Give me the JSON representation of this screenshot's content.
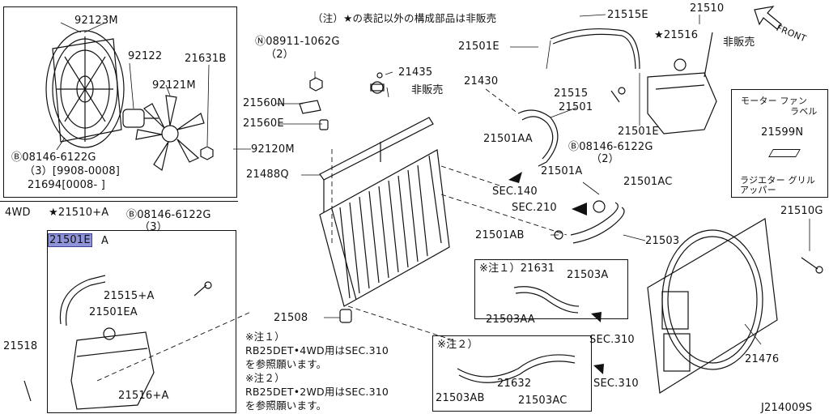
{
  "labels": {
    "n92123m": "92123M",
    "n92122": "92122",
    "n21631b": "21631B",
    "n92121m": "92121M",
    "b08146_a": "Ⓑ08146-6122G",
    "qty_a": "（3）[9908-0008]",
    "n21694": "21694[0008-    ]",
    "n92120m": "92120M",
    "notice": "（注）★の表記以外の構成部品は非販売",
    "n08911": "Ⓝ08911-1062G",
    "qty_n": "（2）",
    "n21435": "21435",
    "n21430": "21430",
    "hihanbai_1": "非販売",
    "n21560n": "21560N",
    "n21560e": "21560E",
    "n21488q": "21488Q",
    "n21515e": "21515E",
    "n21510": "21510",
    "n21501e_t": "21501E",
    "star_21516": "★21516",
    "hihanbai_2": "非販売",
    "front": "FRONT",
    "n21515": "21515",
    "n21501": "21501",
    "n21501e_r": "21501E",
    "n21501aa": "21501AA",
    "b08146_b": "Ⓑ08146-6122G",
    "qty_b": "（2）",
    "n21501a": "21501A",
    "sec140": "SEC.140",
    "sec210": "SEC.210",
    "n21501ac": "21501AC",
    "n21501ab": "21501AB",
    "n21503": "21503",
    "motor_label_1": "モーター ファン",
    "motor_label_2": "ラベル",
    "n21599n": "21599N",
    "grille_label_1": "ラジエター グリル",
    "grille_label_2": "アッパー",
    "n21510g": "21510G",
    "note1_ref": "※注１）21631",
    "n21503a": "21503A",
    "n21503aa": "21503AA",
    "sec310_a": "SEC.310",
    "n21508": "21508",
    "note1_head": "※注１）",
    "note1_l1": "RB25DET•4WD用はSEC.310",
    "note1_l2": "を参照願います。",
    "note2_head": "※注２）",
    "note2_l1": "RB25DET•2WD用はSEC.310",
    "note2_l2": "を参照願います。",
    "note2_ref": "※注２）",
    "n21632": "21632",
    "n21503ab": "21503AB",
    "n21503ac": "21503AC",
    "sec310_b": "SEC.310",
    "n21476": "21476",
    "drawing_no": "J214009S",
    "fourwd": "4WD",
    "star_21510a": "★21510+A",
    "b08146_c": "Ⓑ08146-6122G",
    "qty_c": "（3）",
    "n21501ea_hl": "21501E",
    "a_suffix": "A",
    "n21515a": "21515+A",
    "n21501ea": "21501EA",
    "n21518": "21518",
    "n21516a": "21516+A"
  }
}
